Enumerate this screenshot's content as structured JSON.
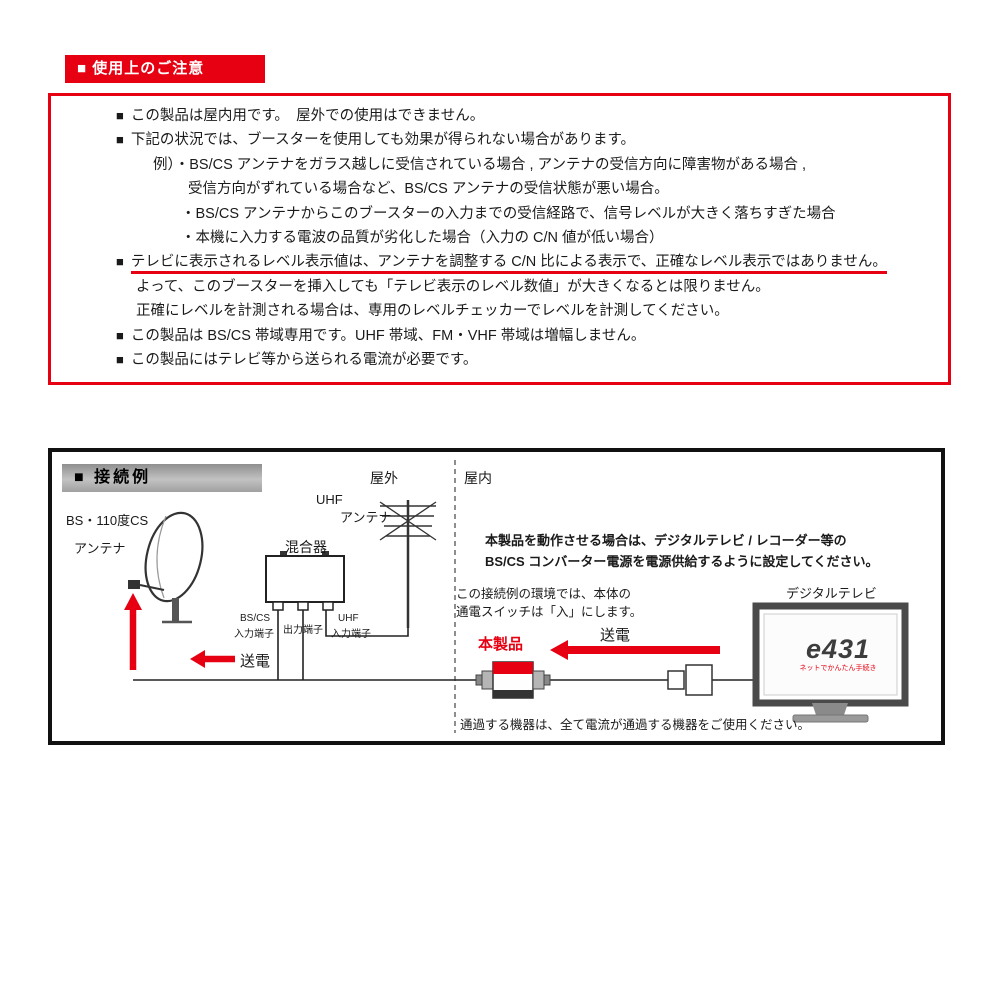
{
  "colors": {
    "accent_red": "#e60012",
    "text_black": "#1a1a1a"
  },
  "precautions": {
    "badge": "■ 使用上のご注意",
    "items": [
      {
        "bullet": "■",
        "text": "この製品は屋内用です。　屋外での使用はできません。"
      },
      {
        "bullet": "■",
        "text": "下記の状況では、ブースターを使用しても効果が得られない場合があります。"
      },
      {
        "bullet": "",
        "text": "例）・BS/CS アンテナをガラス越しに受信されている場合 , アンテナの受信方向に障害物がある場合 ,"
      },
      {
        "bullet": "",
        "text": "受信方向がずれている場合など、BS/CS アンテナの受信状態が悪い場合。"
      },
      {
        "bullet": "",
        "text": "・BS/CS アンテナからこのブースターの入力までの受信経路で、信号レベルが大きく落ちすぎた場合"
      },
      {
        "bullet": "",
        "text": "・本機に入力する電波の品質が劣化した場合（入力の C/N 値が低い場合）"
      },
      {
        "bullet": "■",
        "text": "テレビに表示されるレベル表示値は、アンテナを調整する C/N 比による表示で、正確なレベル表示ではありません。",
        "underline": true
      },
      {
        "bullet": "",
        "text": "よって、このブースターを挿入しても「テレビ表示のレベル数値」が大きくなるとは限りません。"
      },
      {
        "bullet": "",
        "text": "正確にレベルを計測される場合は、専用のレベルチェッカーでレベルを計測してください。"
      },
      {
        "bullet": "■",
        "text": "この製品は BS/CS 帯域専用です。UHF 帯域、FM・VHF 帯域は増幅しません。"
      },
      {
        "bullet": "■",
        "text": "この製品にはテレビ等から送られる電流が必要です。"
      }
    ]
  },
  "connection": {
    "header": "■ 接続例",
    "outdoor": "屋外",
    "indoor": "屋内",
    "dish_label_1": "BS・110度CS",
    "dish_label_2": "アンテナ",
    "uhf_label_1": "UHF",
    "uhf_label_2": "アンテナ",
    "mixer_label": "混合器",
    "terminal_bscs_1": "BS/CS",
    "terminal_bscs_2": "入力端子",
    "terminal_out": "出力端子",
    "terminal_uhf_1": "UHF",
    "terminal_uhf_2": "入力端子",
    "power_left": "送電",
    "power_right": "送電",
    "note_1a": "本製品を動作させる場合は、デジタルテレビ / レコーダー等の",
    "note_1b": "BS/CS コンバーター電源を電源供給するように設定してください。",
    "note_2a": "この接続例の環境では、本体の",
    "note_2b": "通電スイッチは「入」にします。",
    "tv_label": "デジタルテレビ",
    "product_label": "本製品",
    "tv_logo": "e431",
    "tv_logo_sub": "ネットでかんたん手続き",
    "bottom_note": "通過する機器は、全て電流が通過する機器をご使用ください。"
  }
}
